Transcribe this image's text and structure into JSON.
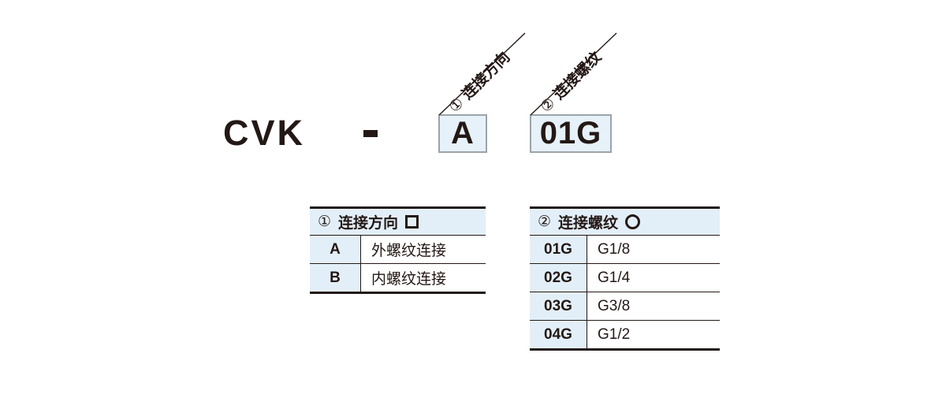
{
  "product_code": {
    "prefix": "CVK",
    "separator": "-",
    "segments": [
      {
        "key": "direction",
        "value": "A"
      },
      {
        "key": "thread",
        "value": "01G"
      }
    ]
  },
  "callouts": [
    {
      "number": "①",
      "label": "连接方向"
    },
    {
      "number": "②",
      "label": "连接螺纹"
    }
  ],
  "tables": [
    {
      "number": "①",
      "title": "连接方向",
      "symbol": "square",
      "rows": [
        {
          "code": "A",
          "desc": "外螺纹连接"
        },
        {
          "code": "B",
          "desc": "内螺纹连接"
        }
      ]
    },
    {
      "number": "②",
      "title": "连接螺纹",
      "symbol": "circle",
      "rows": [
        {
          "code": "01G",
          "desc": "G1/8"
        },
        {
          "code": "02G",
          "desc": "G1/4"
        },
        {
          "code": "03G",
          "desc": "G3/8"
        },
        {
          "code": "04G",
          "desc": "G1/2"
        }
      ]
    }
  ],
  "colors": {
    "ink": "#231815",
    "fill_light_blue": "#e3eff8",
    "box_fill": "#e6f1f9",
    "box_border": "#9ba3a8",
    "background": "#ffffff"
  }
}
